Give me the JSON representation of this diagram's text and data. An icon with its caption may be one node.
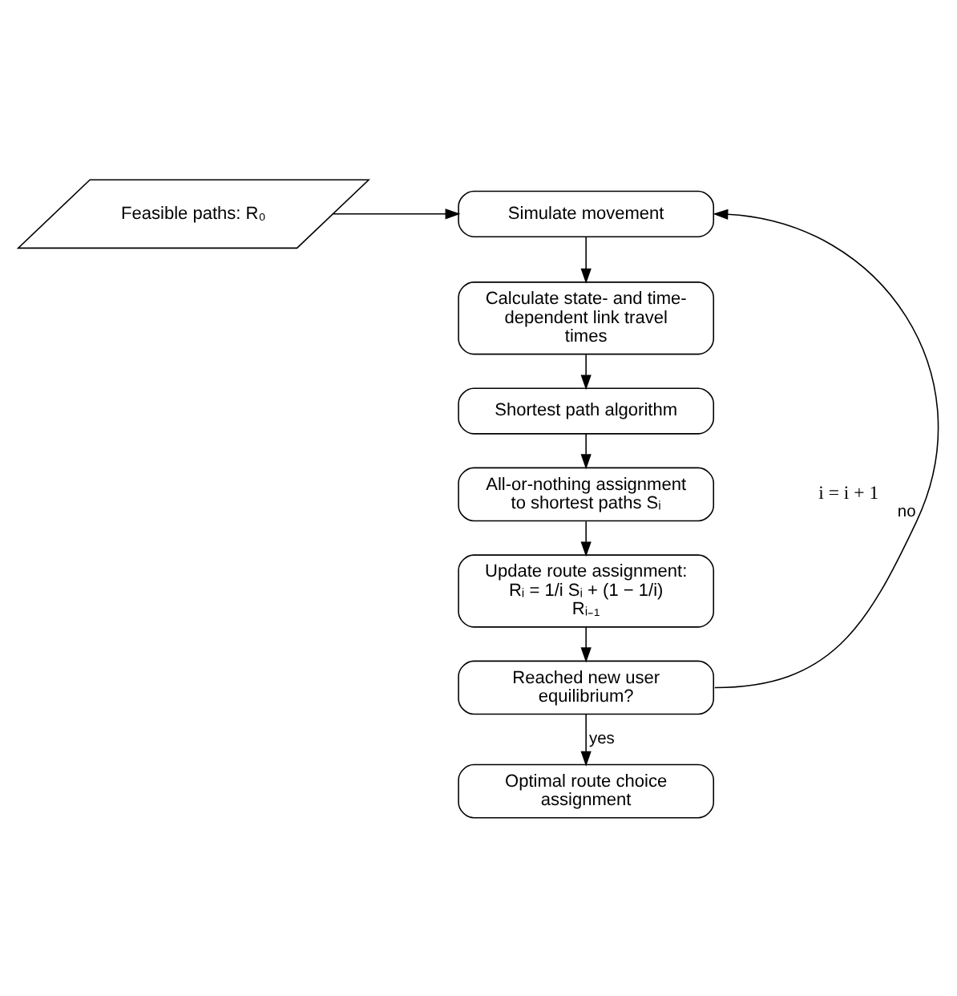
{
  "diagram": {
    "nodes": [
      {
        "text": [
          "Feasible paths: R₀"
        ]
      },
      {
        "text": [
          "Simulate movement"
        ]
      },
      {
        "text": [
          "Calculate state- and time-dependent link travel times"
        ]
      },
      {
        "text": [
          "Shortest path algorithm"
        ]
      },
      {
        "text": [
          "All-or-nothing assignment to shortest paths Sᵢ"
        ]
      },
      {
        "text": [
          "Update route assignment:",
          "Rᵢ = 1/i Sᵢ + (1 − 1/i) Rᵢ₋₁"
        ]
      },
      {
        "text": [
          "Reached new user equilibrium?"
        ]
      },
      {
        "text": [
          "Optimal route choice assignment"
        ]
      }
    ],
    "edges": [
      {
        "from": 0,
        "to": 1,
        "arrow": "to"
      },
      {
        "from": 1,
        "to": 2,
        "arrow": "to"
      },
      {
        "from": 2,
        "to": 3,
        "arrow": "to"
      },
      {
        "from": 3,
        "to": 4,
        "arrow": "to"
      },
      {
        "from": 4,
        "to": 5,
        "arrow": "to"
      },
      {
        "from": 5,
        "to": 6,
        "arrow": "to"
      },
      {
        "from": 6,
        "to": 7,
        "arrow": "to",
        "label": "yes"
      },
      {
        "from": 6,
        "to": 1,
        "arrow": "to",
        "label": "no"
      }
    ],
    "labels": [
      "i = i + 1"
    ]
  }
}
